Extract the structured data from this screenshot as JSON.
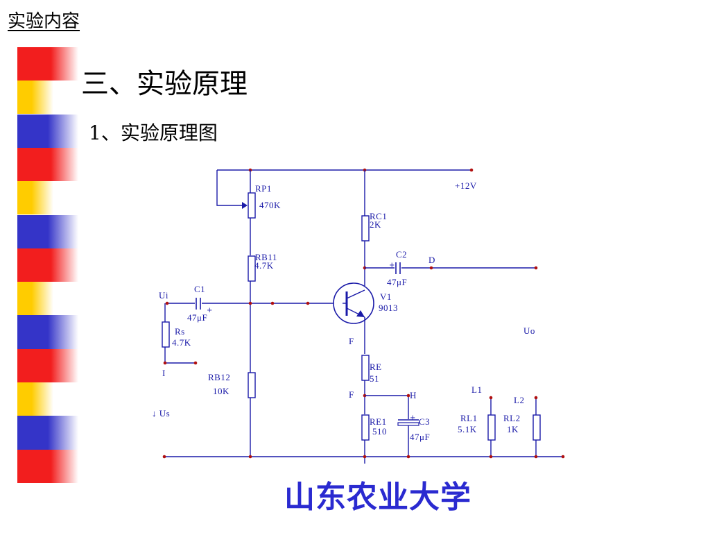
{
  "header": {
    "section": "实验内容"
  },
  "title": "三、实验原理",
  "subtitle": "1、实验原理图",
  "footer": "山东农业大学",
  "colors": {
    "wire": "#1a1aa8",
    "node": "#b01010",
    "footer": "#2a2ad0",
    "deco_red": "#f21e1e",
    "deco_yellow": "#ffcc00",
    "deco_blue": "#3434c8"
  },
  "decoration": [
    "red",
    "yellow",
    "blue",
    "red",
    "yellow",
    "blue",
    "red",
    "yellow",
    "blue",
    "red",
    "yellow",
    "blue",
    "red"
  ],
  "schematic": {
    "labels": {
      "rp1": "RP1",
      "rp1_val": "470K",
      "supply": "+12V",
      "rc1": "RC1",
      "rc1_val": "2K",
      "rb11": "RB11",
      "rb11_val": "4.7K",
      "c2": "C2",
      "c2_val": "47μF",
      "node_d": "D",
      "c1": "C1",
      "c1_val": "47μF",
      "ui": "Ui",
      "v1": "V1",
      "v1_val": "9013",
      "rs": "Rs",
      "rs_val": "4.7K",
      "node_f1": "F",
      "uo": "Uo",
      "node_i": "I",
      "re": "RE",
      "re_val": "51",
      "rb12": "RB12",
      "rb12_val": "10K",
      "node_f2": "F",
      "node_h": "H",
      "l1": "L1",
      "l2": "L2",
      "us": "↓  Us",
      "re1": "RE1",
      "re1_val": "510",
      "c3": "C3",
      "c3_val": "47μF",
      "rl1": "RL1",
      "rl1_val": "5.1K",
      "rl2": "RL2",
      "rl2_val": "1K"
    }
  }
}
